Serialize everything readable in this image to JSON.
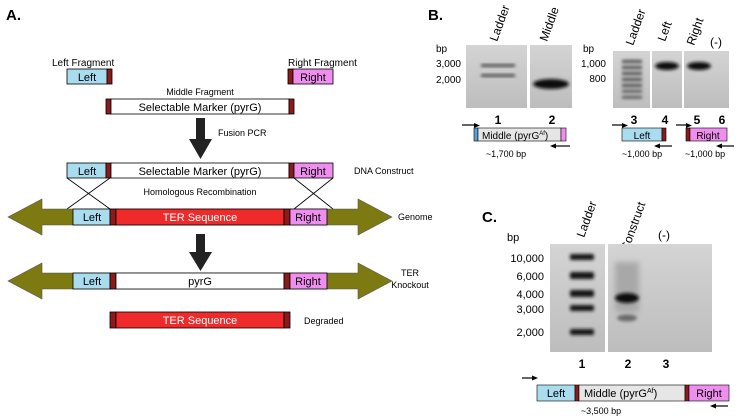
{
  "panelA": {
    "label": "A.",
    "left_fragment_title": "Left Fragment",
    "right_fragment_title": "Right Fragment",
    "middle_fragment_title": "Middle Fragment",
    "left": "Left",
    "right": "Right",
    "marker": "Selectable Marker (pyrG)",
    "fusion_pcr": "Fusion PCR",
    "dna_construct": "DNA Construct",
    "homologous": "Homologous Recombination",
    "ter_sequence": "TER Sequence",
    "genome": "Genome",
    "pyrg": "pyrG",
    "ter_knockout_1": "TER",
    "ter_knockout_2": "Knockout",
    "degraded": "Degraded"
  },
  "panelB": {
    "label": "B.",
    "bp": "bp",
    "gel1_ticks": [
      "3,000",
      "2,000"
    ],
    "gel2_ticks": [
      "1,000",
      "800"
    ],
    "lane_titles": [
      "Ladder",
      "Middle",
      "Ladder",
      "Left",
      "Right",
      "(-)"
    ],
    "lane_numbers": [
      "1",
      "2",
      "3",
      "4",
      "5",
      "6"
    ],
    "middle_product": "Middle (pyrG",
    "af": "Af",
    "close_paren": ")",
    "middle_size": "~1,700 bp",
    "left_product": "Left",
    "left_size": "~1,000 bp",
    "right_product": "Right",
    "right_size": "~1,000 bp"
  },
  "panelC": {
    "label": "C.",
    "bp": "bp",
    "ticks": [
      "10,000",
      "6,000",
      "4,000",
      "3,000",
      "2,000"
    ],
    "lane_titles": [
      "Ladder",
      "Construct",
      "(-)"
    ],
    "lane_numbers": [
      "1",
      "2",
      "3"
    ],
    "left": "Left",
    "middle": "Middle (pyrG",
    "af": "Af",
    "close_paren": ")",
    "right": "Right",
    "size": "~3,500 bp"
  },
  "colors": {
    "left_fill": "#a9dcef",
    "right_fill": "#f08ef0",
    "ter_fill": "#ee2a2a",
    "end_cap": "#8b1a1a",
    "genome_arrow": "#7d7a12",
    "gel_bg": "#c9c9c9"
  }
}
